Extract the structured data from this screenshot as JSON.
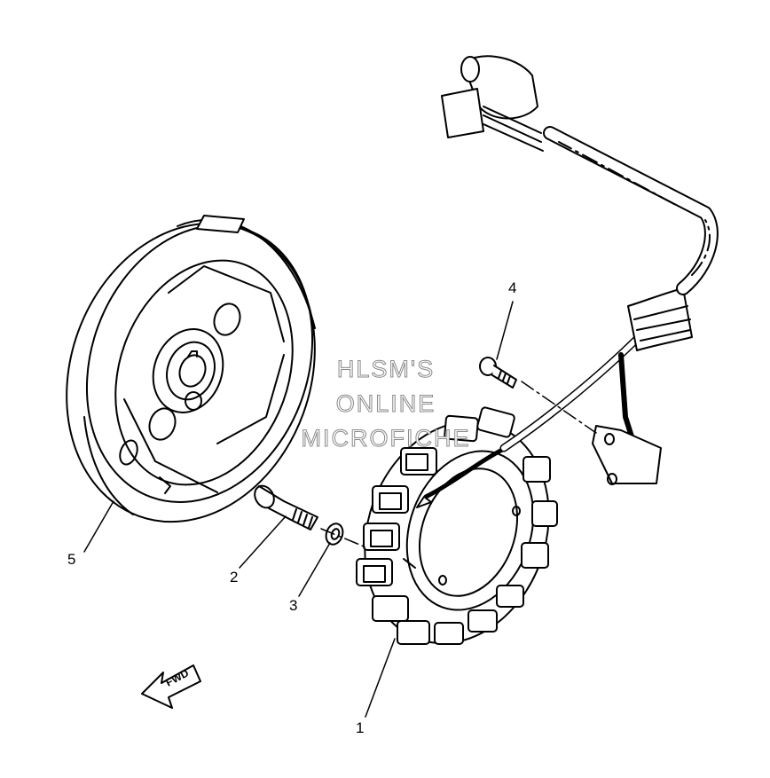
{
  "callouts": [
    {
      "id": "1",
      "text": "1"
    },
    {
      "id": "2",
      "text": "2"
    },
    {
      "id": "3",
      "text": "3"
    },
    {
      "id": "4",
      "text": "4"
    },
    {
      "id": "5",
      "text": "5"
    }
  ],
  "watermark": {
    "line1": "HLSM'S",
    "line2": "ONLINE",
    "line3": "MICROFICHE"
  },
  "fwd_arrow": {
    "label": "FWD"
  },
  "colors": {
    "line": "#000000",
    "background": "#ffffff",
    "watermark_outline": "#8a8a8a"
  }
}
